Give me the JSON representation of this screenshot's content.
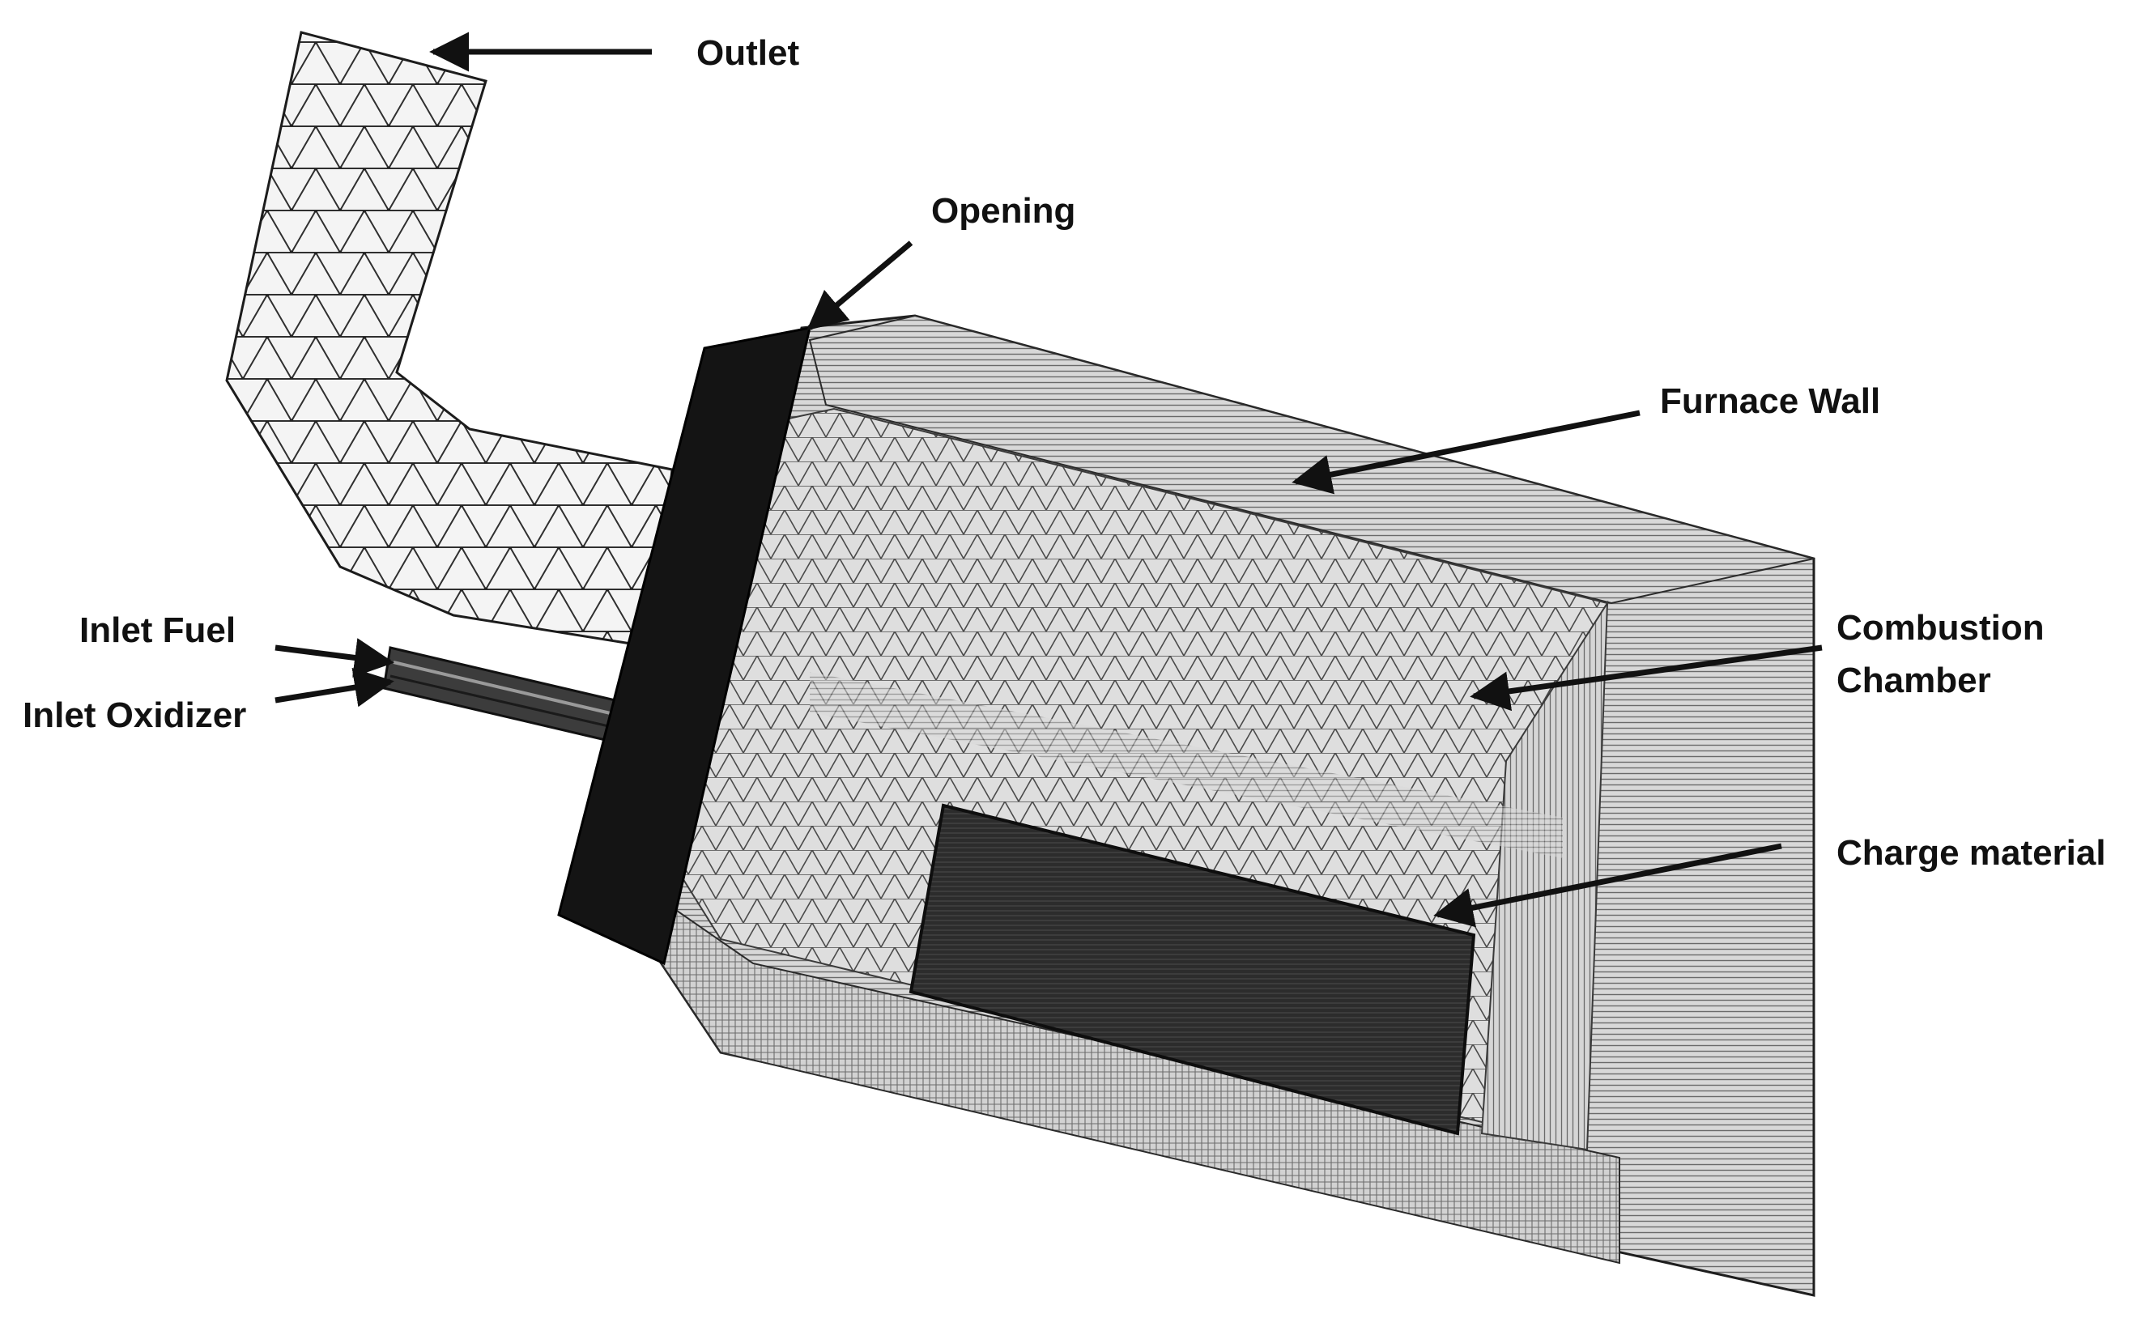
{
  "labels": {
    "outlet": "Outlet",
    "opening": "Opening",
    "furnace_wall": "Furnace Wall",
    "combustion_line1": "Combustion",
    "combustion_line2": "Chamber",
    "charge_material": "Charge material",
    "inlet_fuel": "Inlet Fuel",
    "inlet_oxidizer": "Inlet Oxidizer"
  },
  "colors": {
    "ink": "#111111",
    "mesh_dark": "#3a3a3a",
    "mesh_mid": "#7a7a7a",
    "mesh_light": "#cfcfcf",
    "opening_plate": "#141414",
    "charge_fill": "#2b2b2b"
  }
}
